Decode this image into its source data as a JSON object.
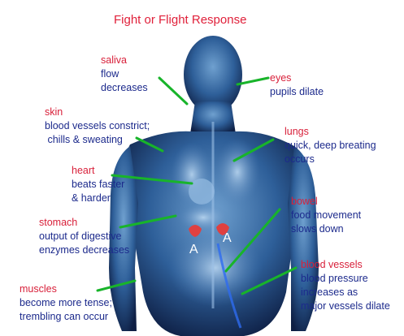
{
  "title": "Fight or Flight Response",
  "colors": {
    "organ": "#d8203a",
    "description": "#1c2a8c",
    "pointer": "#18b42a",
    "body": "#1c3a7a",
    "adrenal": "#e04040"
  },
  "adrenal_marker": "A",
  "labels": {
    "saliva": {
      "organ": "saliva",
      "desc": "flow\ndecreases"
    },
    "eyes": {
      "organ": "eyes",
      "desc": "pupils dilate"
    },
    "skin": {
      "organ": "skin",
      "desc": "blood vessels constrict;\n chills & sweating"
    },
    "lungs": {
      "organ": "lungs",
      "desc": "quick, deep breating\noccurs"
    },
    "heart": {
      "organ": "heart",
      "desc": "beats faster\n& harder"
    },
    "bowel": {
      "organ": "bowel",
      "desc": "food movement\nslows down"
    },
    "stomach": {
      "organ": "stomach",
      "desc": "output of digestive\nenzymes decreases"
    },
    "vessels": {
      "organ": "blood vessels",
      "desc": "blood pressure\nincreases as\nmajor vessels dilate"
    },
    "muscles": {
      "organ": "muscles",
      "desc": "become more tense;\ntrembling can occur"
    }
  }
}
